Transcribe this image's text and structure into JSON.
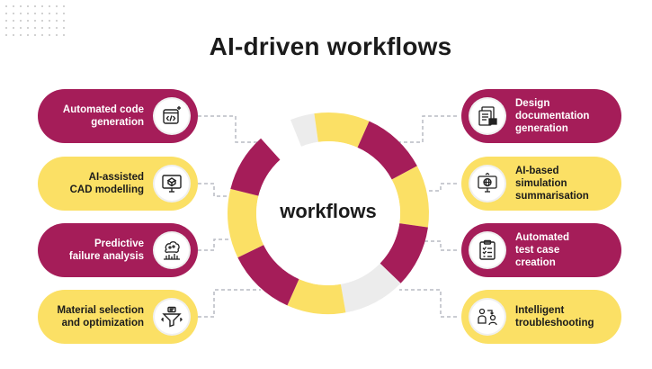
{
  "title": "AI-driven workflows",
  "center_label": "workflows",
  "colors": {
    "magenta": "#a51d59",
    "yellow": "#fbe065",
    "gray_segment": "#ececec",
    "connector": "#b8bcc4"
  },
  "left_items": [
    {
      "label": "Automated code\ngeneration",
      "icon": "code-window-icon",
      "color": "magenta"
    },
    {
      "label": "AI-assisted\nCAD modelling",
      "icon": "monitor-cad-icon",
      "color": "yellow"
    },
    {
      "label": "Predictive\nfailure analysis",
      "icon": "brain-chart-icon",
      "color": "magenta"
    },
    {
      "label": "Material selection\nand optimization",
      "icon": "funnel-icon",
      "color": "yellow"
    }
  ],
  "right_items": [
    {
      "label": "Design\ndocumentation\ngeneration",
      "icon": "documents-icon",
      "color": "magenta"
    },
    {
      "label": "AI-based\nsimulation\nsummarisation",
      "icon": "monitor-globe-icon",
      "color": "yellow"
    },
    {
      "label": "Automated\ntest case\ncreation",
      "icon": "clipboard-checklist-icon",
      "color": "magenta"
    },
    {
      "label": "Intelligent\ntroubleshooting",
      "icon": "people-network-icon",
      "color": "yellow"
    }
  ]
}
